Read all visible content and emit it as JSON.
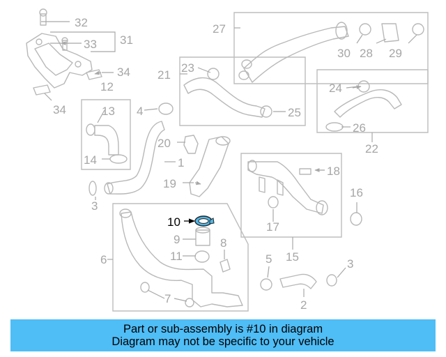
{
  "diagram": {
    "highlight_color": "#4fb6e6",
    "highlighted_part": "10",
    "callouts": {
      "c1": "1",
      "c2": "2",
      "c3a": "3",
      "c3b": "3",
      "c4": "4",
      "c5": "5",
      "c6": "6",
      "c7": "7",
      "c8": "8",
      "c9": "9",
      "c10": "10",
      "c11": "11",
      "c12": "12",
      "c13": "13",
      "c14": "14",
      "c15": "15",
      "c16": "16",
      "c17": "17",
      "c18": "18",
      "c19": "19",
      "c20": "20",
      "c21": "21",
      "c22": "22",
      "c23": "23",
      "c24": "24",
      "c25": "25",
      "c26": "26",
      "c27": "27",
      "c28": "28",
      "c29": "29",
      "c30": "30",
      "c31": "31",
      "c32": "32",
      "c33": "33",
      "c34a": "34",
      "c34b": "34"
    }
  },
  "banner": {
    "color": "#4fbdf6",
    "line1": "Part or sub-assembly is #10 in diagram",
    "line2": "Diagram may not be specific to your vehicle"
  }
}
